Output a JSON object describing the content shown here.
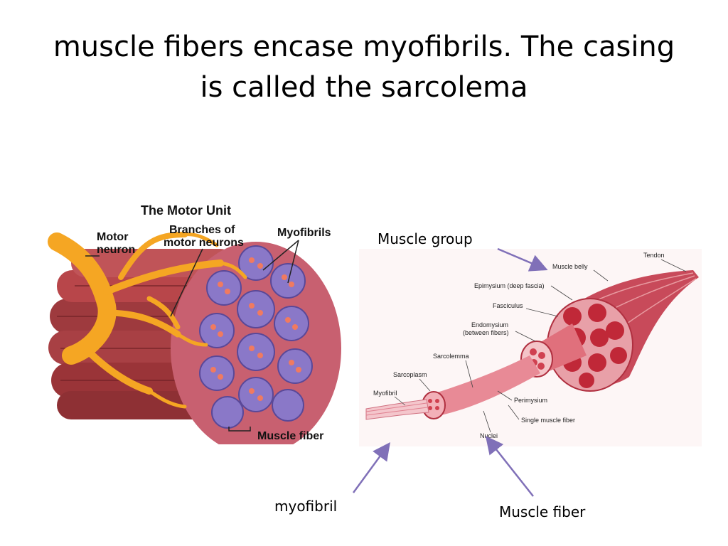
{
  "slide": {
    "title_line1": "muscle fibers encase myofibrils.  The casing",
    "title_line2": "is called the sarcolema"
  },
  "motor_unit": {
    "title": "The Motor Unit",
    "motor_label": "Motor",
    "neuron_label": "neuron",
    "branches_line1": "Branches of",
    "branches_line2": "motor neurons",
    "myofibrils": "Myofibrils",
    "muscle_fiber": "Muscle fiber"
  },
  "anatomy": {
    "tendon": "Tendon",
    "muscle_belly": "Muscle belly",
    "epimysium": "Epimysium (deep fascia)",
    "fasciculus": "Fasciculus",
    "endomysium_line1": "Endomysium",
    "endomysium_line2": "(between fibers)",
    "sarcolemma": "Sarcolemma",
    "sarcoplasm": "Sarcoplasm",
    "myofibril": "Myofibril",
    "perimysium": "Perimysium",
    "single_fiber": "Single muscle fiber",
    "nuclei": "Nuclei"
  },
  "callouts": {
    "muscle_group": "Muscle group",
    "myofibril": "myofibril",
    "muscle_fiber": "Muscle fiber"
  },
  "colors": {
    "arrow": "#8070b8",
    "neuron": "#f5a623",
    "muscle": "#b8464a",
    "bundle": "#8a78c8"
  }
}
